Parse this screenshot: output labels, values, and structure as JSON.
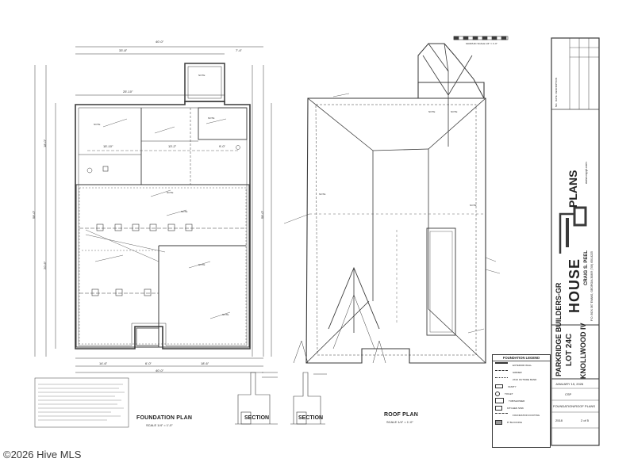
{
  "plans": {
    "foundation_title": "FOUNDATION PLAN",
    "foundation_scale": "SCALE 1/4\" = 1'-0\"",
    "roof_title": "ROOF PLAN",
    "roof_scale": "SCALE 1/4\" = 1'-0\"",
    "section1_title": "SECTION",
    "section2_title": "SECTION",
    "graphic_scale": "GRAPHIC SCALE 1/4\" = 1'-0\""
  },
  "dimensions": {
    "overall_width": "40'-0\"",
    "top_left": "33'-8\"",
    "top_right": "7'-4\"",
    "upper_span": "25'-10\"",
    "mid_left": "15'-10\"",
    "mid_right": "13'-2\"",
    "porch": "9'-0\"",
    "bottom_left": "14'-6\"",
    "bottom_mid": "6'-0\"",
    "bottom_right": "18'-6\"",
    "bottom_overall": "40'-0\"",
    "left_overall": "58'-0\"",
    "right_overall": "58'-0\"",
    "left_upper": "18'-0\"",
    "left_lower": "20'-6\""
  },
  "legend": {
    "title": "FOUNDATION LEGEND",
    "items": [
      "EXTERIOR WALL",
      "GIRDER",
      "2X10 OUTSIDE BAND",
      "VANITY",
      "TOILET",
      "TUB/SHOWER",
      "KITCHEN SINK",
      "FOUNDATION FOOTING",
      "8\" BLOCKING"
    ]
  },
  "company": {
    "brand_word_1": "HOUSE",
    "brand_word_2": "PLANS",
    "designer": "CRAIG S. PEEL",
    "address": "P.O. BOX 367  EVANS, GEORGIA 30809  (706) 650-8225",
    "website": "www.csppl.com"
  },
  "project": {
    "builder": "PARKRIDGE BUILDERS-GR",
    "lot": "LOT 24C",
    "subdivision": "KNOLLWOOD IV",
    "date": "JANUARY 15, 2026",
    "drawn": "CSP",
    "sheet_title": "FOUNDATION/ROOF PLANS",
    "sheet_no": "2 of 5",
    "plan_no": "2518"
  },
  "revisions": {
    "header": [
      "NO.",
      "DATE",
      "DESCRIPTION"
    ]
  },
  "watermark": "©2026 Hive MLS",
  "colors": {
    "line": "#3a3a3a",
    "paper": "#ffffff"
  }
}
